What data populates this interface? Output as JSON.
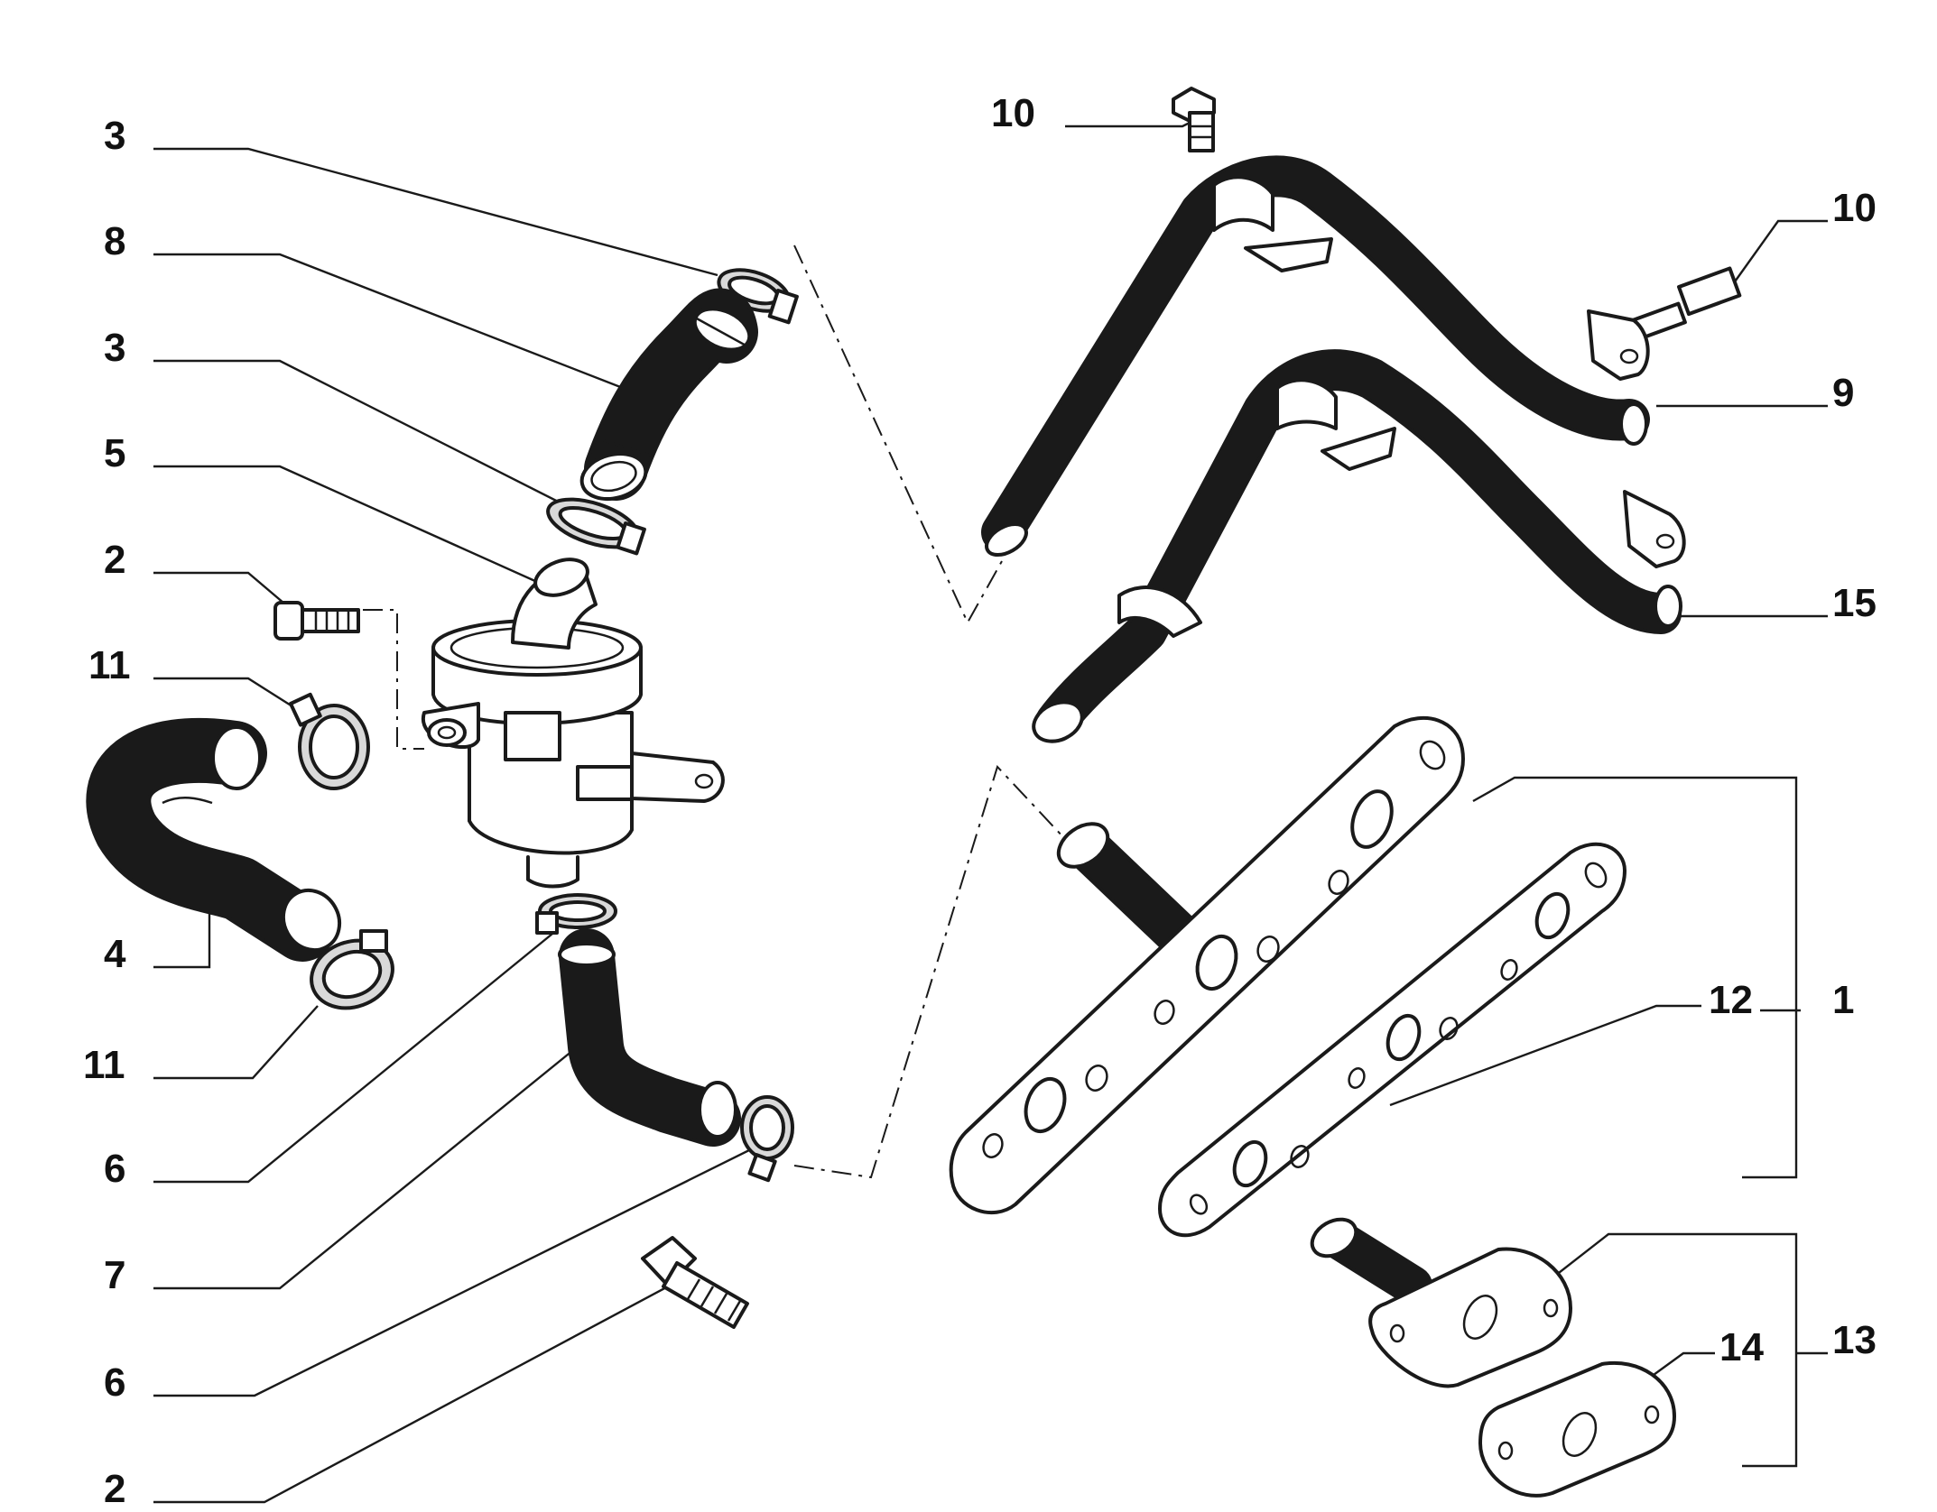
{
  "callouts": {
    "c3_top": "3",
    "c8": "8",
    "c3_mid": "3",
    "c5": "5",
    "c2_top": "2",
    "c11_top": "11",
    "c4": "4",
    "c11_bot": "11",
    "c6_top": "6",
    "c7": "7",
    "c6_bot": "6",
    "c2_bot": "2",
    "c10_top": "10",
    "c10_right": "10",
    "c9": "9",
    "c15": "15",
    "c12": "12",
    "c1": "1",
    "c14": "14",
    "c13": "13"
  },
  "colors": {
    "ink": "#1a1a1a",
    "part_fill": "#ffffff",
    "shade_fill": "#d9d9d9",
    "background": "#ffffff"
  }
}
